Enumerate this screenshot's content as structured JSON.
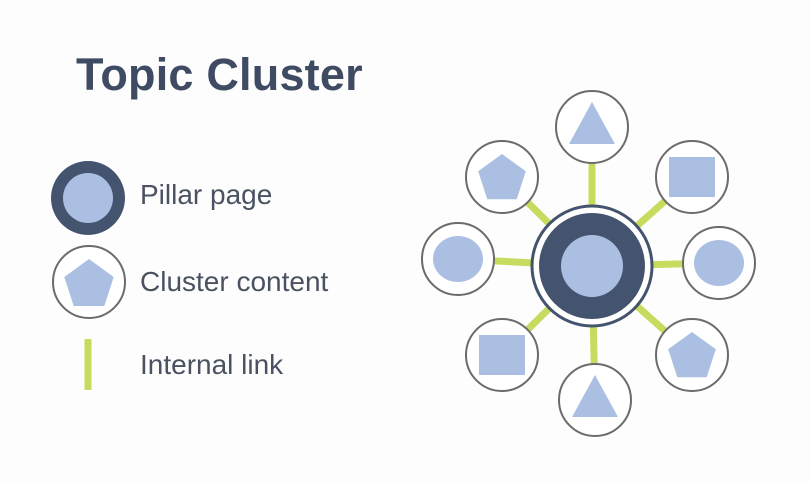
{
  "title": "Topic Cluster",
  "legend": [
    {
      "kind": "pillar",
      "label": "Pillar page",
      "icon": "pillar-circle-icon"
    },
    {
      "kind": "cluster",
      "label": "Cluster content",
      "icon": "pentagon-icon"
    },
    {
      "kind": "link",
      "label": "Internal link",
      "icon": "link-line-icon"
    }
  ],
  "colors": {
    "navy": "#44546f",
    "light_blue": "#aabfe1",
    "link_green": "#c6dc5e",
    "ring_gray": "#6b6b6b"
  },
  "diagram": {
    "pillar": {
      "shape": "circle"
    },
    "cluster_nodes": [
      {
        "position": "top",
        "shape": "triangle"
      },
      {
        "position": "top-right",
        "shape": "square"
      },
      {
        "position": "right",
        "shape": "circle"
      },
      {
        "position": "bottom-right",
        "shape": "pentagon"
      },
      {
        "position": "bottom",
        "shape": "triangle"
      },
      {
        "position": "bottom-left",
        "shape": "square"
      },
      {
        "position": "left",
        "shape": "circle"
      },
      {
        "position": "top-left",
        "shape": "pentagon"
      }
    ]
  }
}
